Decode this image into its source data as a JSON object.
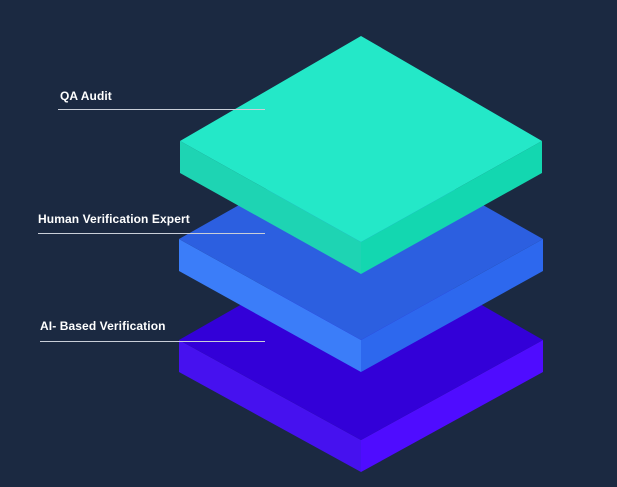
{
  "background_color": "#1b2941",
  "line_color": "#c9ced8",
  "layers": [
    {
      "label": "QA Audit",
      "colors": {
        "top": "#24e8c8",
        "left": "#1ed4b3",
        "right": "#13d7b0"
      }
    },
    {
      "label": "Human Verification Expert",
      "colors": {
        "top": "#2c5fe0",
        "left": "#3b7df9",
        "right": "#2d68ee"
      }
    },
    {
      "label": "AI- Based Verification",
      "colors": {
        "top": "#3300d8",
        "left": "#4611ef",
        "right": "#4f0cff"
      }
    }
  ]
}
